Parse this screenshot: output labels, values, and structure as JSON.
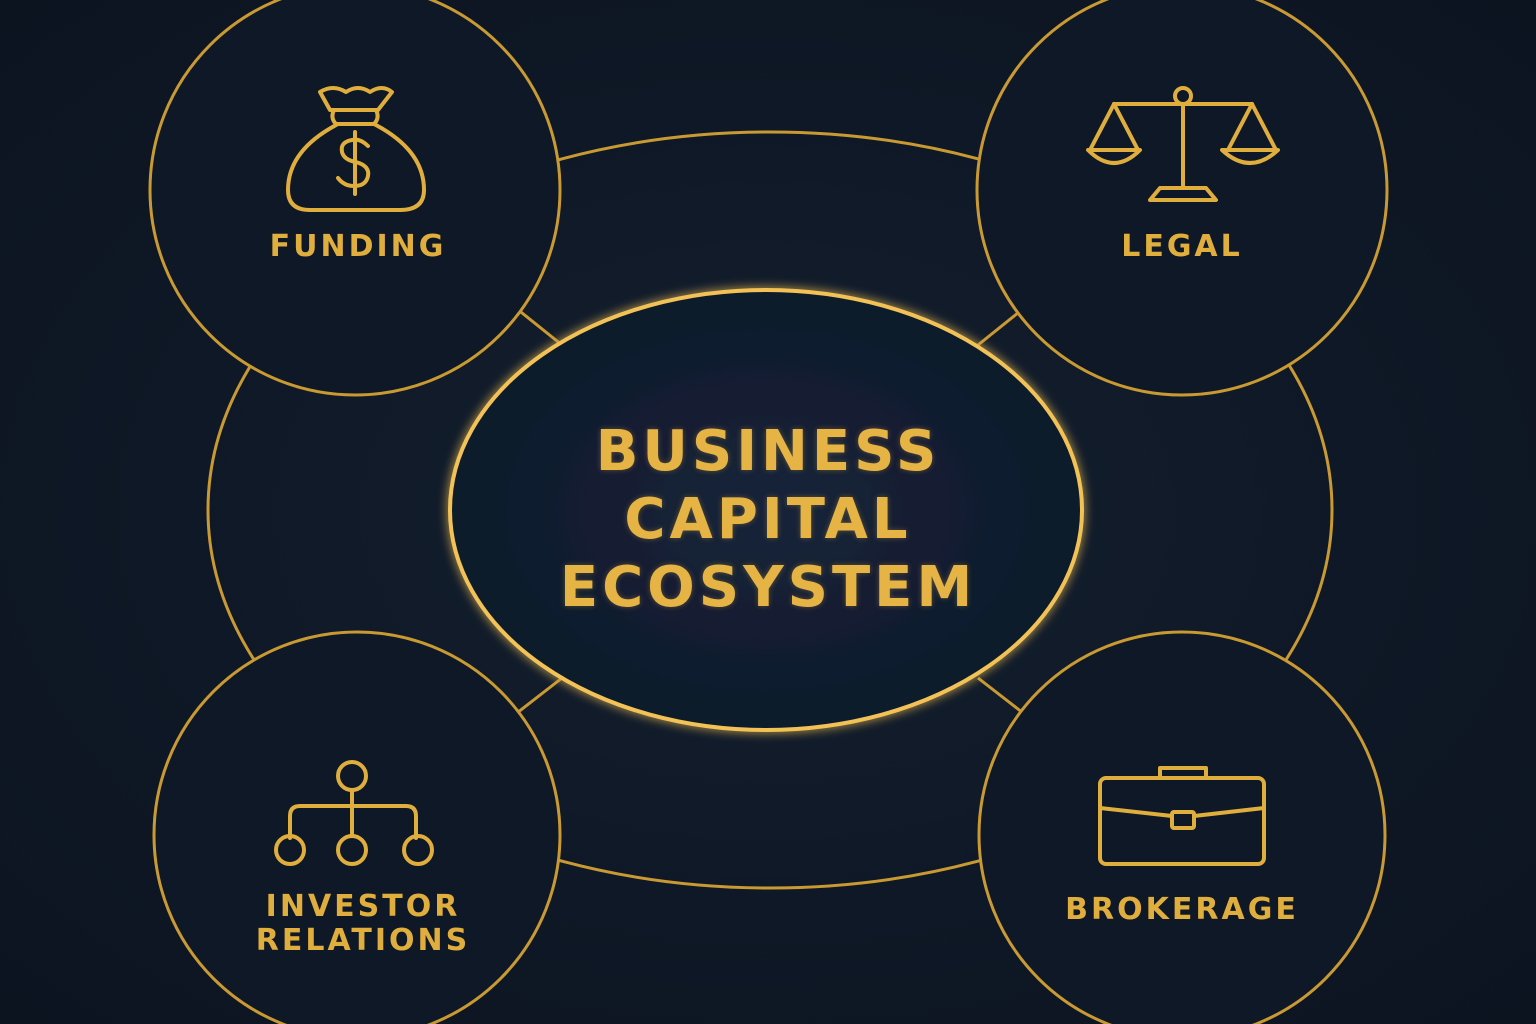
{
  "colors": {
    "background": "#101a28",
    "accent": "#e0ae3c",
    "accent_glow": "#f2c257"
  },
  "center": {
    "title_lines": [
      "BUSINESS",
      "CAPITAL",
      "ECOSYSTEM"
    ]
  },
  "nodes": [
    {
      "id": "funding",
      "label": "FUNDING",
      "icon": "money-bag-icon"
    },
    {
      "id": "legal",
      "label": "LEGAL",
      "icon": "scales-icon"
    },
    {
      "id": "investor_relations",
      "label_lines": [
        "INVESTOR",
        "RELATIONS"
      ],
      "icon": "org-chart-icon"
    },
    {
      "id": "brokerage",
      "label": "BROKERAGE",
      "icon": "briefcase-icon"
    }
  ]
}
